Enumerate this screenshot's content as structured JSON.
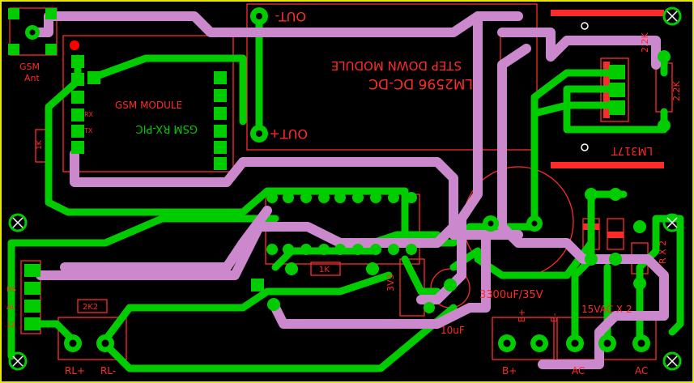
{
  "colors": {
    "background": "#000000",
    "border": "#e8e800",
    "silkscreen": "#ff2a2a",
    "top_copper": "#cc88cc",
    "bottom_copper": "#00cc00",
    "pad_ring": "#00dd00",
    "pad_hole": "#000000",
    "mount_hole": "#ffffff"
  },
  "labels": {
    "gsm_ant": "GSM",
    "gsm_ant_2": "Ant",
    "gsm_module": "GSM MODULE",
    "gsm_rx_pic": "GSM RX-PIC",
    "rx": "RX",
    "tx": "TX",
    "r_1k_left": "1K",
    "out_minus": "OUT-",
    "out_plus": "OUT+",
    "step_down": "STEP DOWN MODULE",
    "lm2596": "LM2596 DC-DC",
    "lm317": "LM317T",
    "r_2k2_top": "2.2K",
    "r_2k2_right": "2.2K",
    "r_1k_mid": "1K",
    "r_2k2_left": "2K2",
    "cap_big": "3300uF/35V",
    "cap_small": "10uF",
    "vac": "15VAC X 2",
    "b_plus": "B+",
    "b_minus": "B-",
    "b_plus_bottom": "B+",
    "ac_a": "AC",
    "ac_b": "AC",
    "rl_plus": "RL+",
    "rl_minus": "RL-",
    "conn_rs": "RS",
    "conn_al": "AL",
    "conn_12": "12",
    "v33": "3V3",
    "diode_right": "R X 2"
  }
}
